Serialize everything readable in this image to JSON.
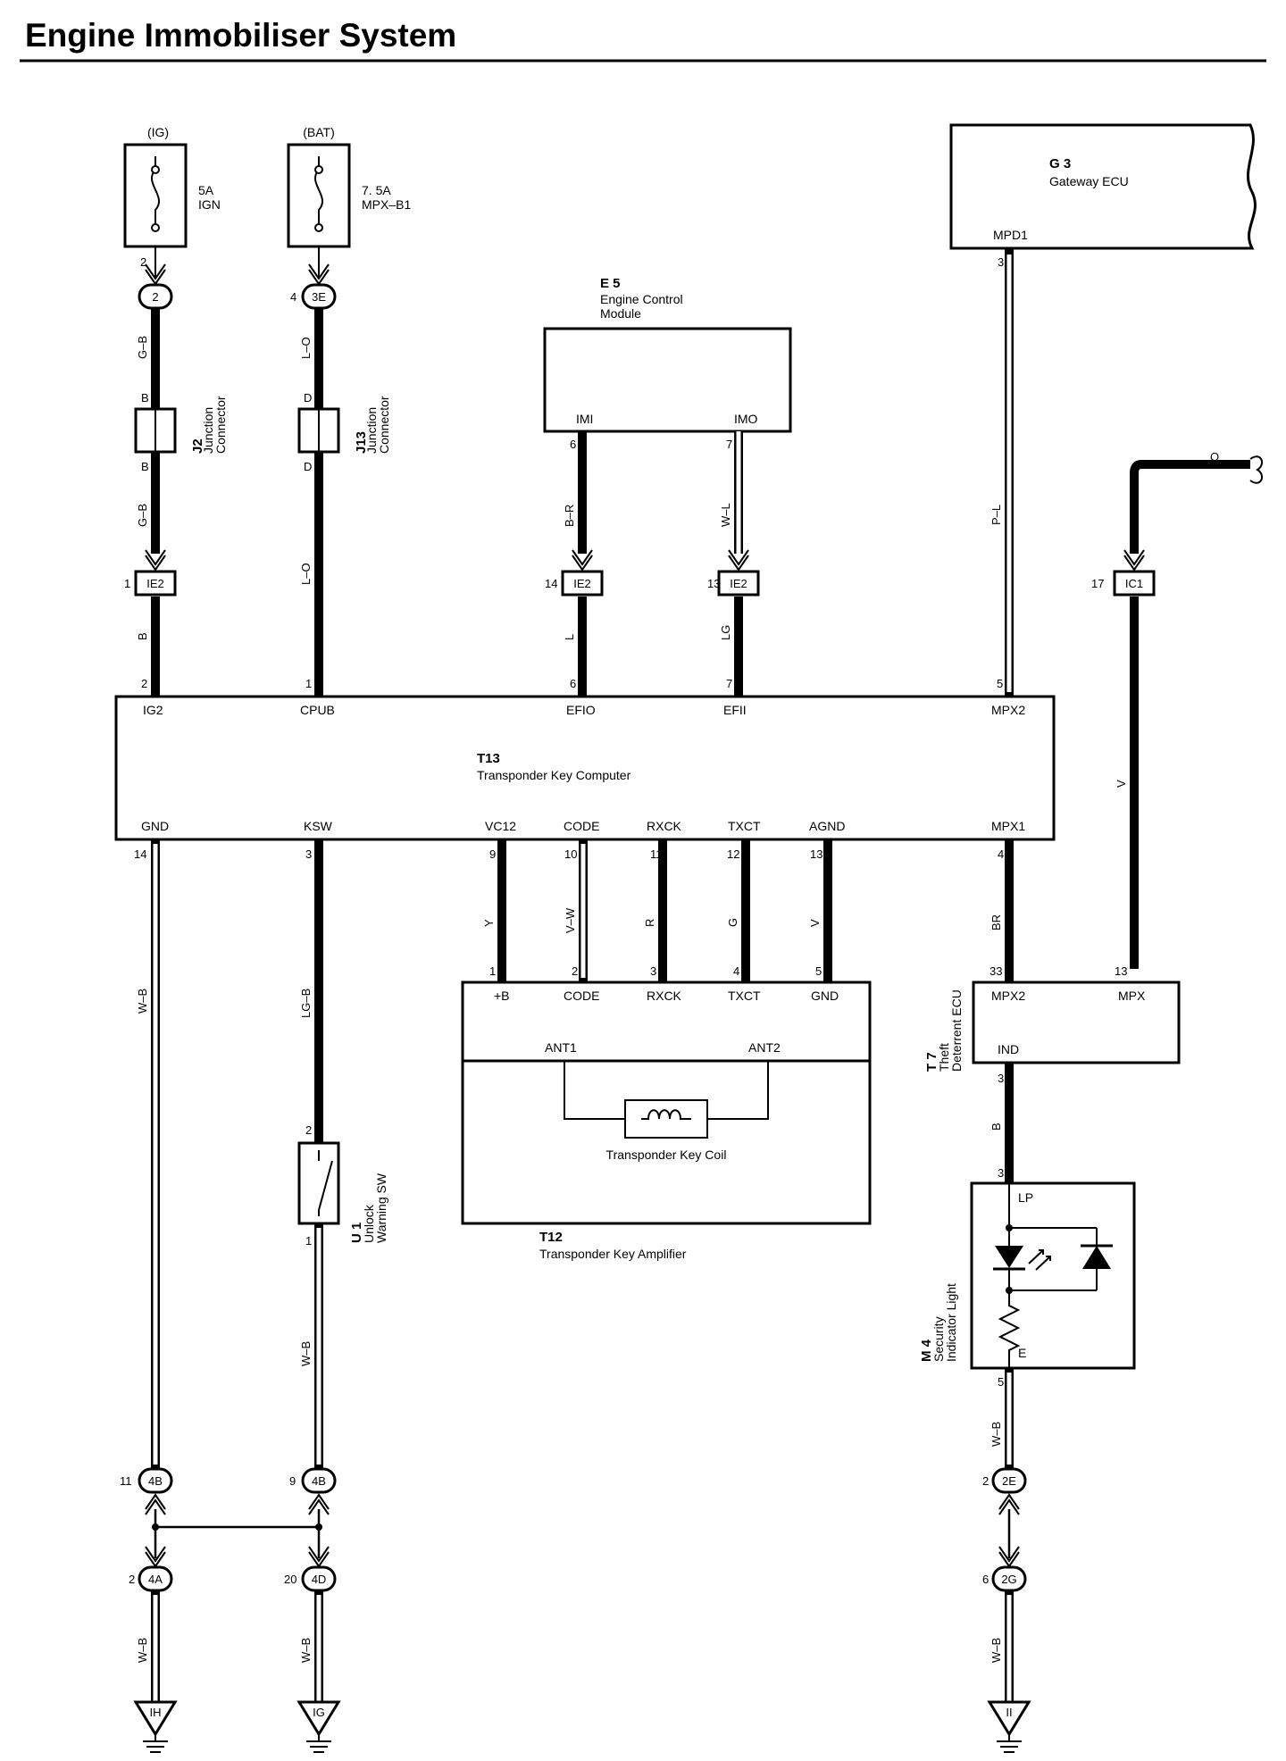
{
  "title": "Engine Immobiliser System",
  "fuses": [
    {
      "source": "(IG)",
      "rating": "5A",
      "name": "IGN"
    },
    {
      "source": "(BAT)",
      "rating": "7. 5A",
      "name": "MPX–B1"
    }
  ],
  "components": {
    "G3": {
      "ref": "G 3",
      "name": "Gateway ECU",
      "pin": "MPD1"
    },
    "E5": {
      "ref": "E 5",
      "name1": "Engine Control",
      "name2": "Module",
      "pins": [
        "IMI",
        "IMO"
      ]
    },
    "J2": {
      "ref": "J2",
      "name1": "Junction",
      "name2": "Connector"
    },
    "J13": {
      "ref": "J13",
      "name1": "Junction",
      "name2": "Connector"
    },
    "T13": {
      "ref": "T13",
      "name": "Transponder Key Computer",
      "top_pins": [
        "IG2",
        "CPUB",
        "EFIO",
        "EFII",
        "MPX2"
      ],
      "bottom_pins": [
        "GND",
        "KSW",
        "VC12",
        "CODE",
        "RXCK",
        "TXCT",
        "AGND",
        "MPX1"
      ]
    },
    "T12": {
      "ref": "T12",
      "name": "Transponder Key Amplifier",
      "pins": [
        "+B",
        "CODE",
        "RXCK",
        "TXCT",
        "GND"
      ],
      "ant1": "ANT1",
      "ant2": "ANT2",
      "coil": "Transponder Key Coil"
    },
    "T7": {
      "ref": "T 7",
      "name1": "Theft",
      "name2": "Deterrent ECU",
      "pins": [
        "MPX2",
        "MPX",
        "IND"
      ]
    },
    "U1": {
      "ref": "U 1",
      "name1": "Unlock",
      "name2": "Warning SW"
    },
    "M4": {
      "ref": "M 4",
      "name1": "Security",
      "name2": "Indicator Light",
      "pins": [
        "LP",
        "E"
      ]
    }
  },
  "connectors": [
    "2",
    "3E",
    "IE2",
    "IE2",
    "IE2",
    "IC1",
    "4B",
    "4B",
    "4A",
    "4D",
    "2E",
    "2G"
  ],
  "grounds": [
    "IH",
    "IG",
    "II"
  ],
  "wire_colors": [
    "G–B",
    "L–O",
    "B",
    "B",
    "D",
    "D",
    "G–B",
    "L–O",
    "B–R",
    "W–L",
    "P–L",
    "O",
    "B",
    "L",
    "LG",
    "V",
    "W–B",
    "LG–B",
    "Y",
    "V–W",
    "R",
    "G",
    "V",
    "BR",
    "B",
    "W–B",
    "W–B",
    "W–B",
    "W–B",
    "W–B"
  ],
  "pin_numbers": [
    "2",
    "4",
    "3",
    "6",
    "7",
    "1",
    "14",
    "13",
    "17",
    "2",
    "1",
    "6",
    "7",
    "5",
    "14",
    "3",
    "9",
    "10",
    "11",
    "12",
    "13",
    "4",
    "1",
    "2",
    "3",
    "4",
    "5",
    "33",
    "13",
    "3",
    "3",
    "2",
    "1",
    "5",
    "11",
    "9",
    "2",
    "20",
    "2",
    "6"
  ]
}
